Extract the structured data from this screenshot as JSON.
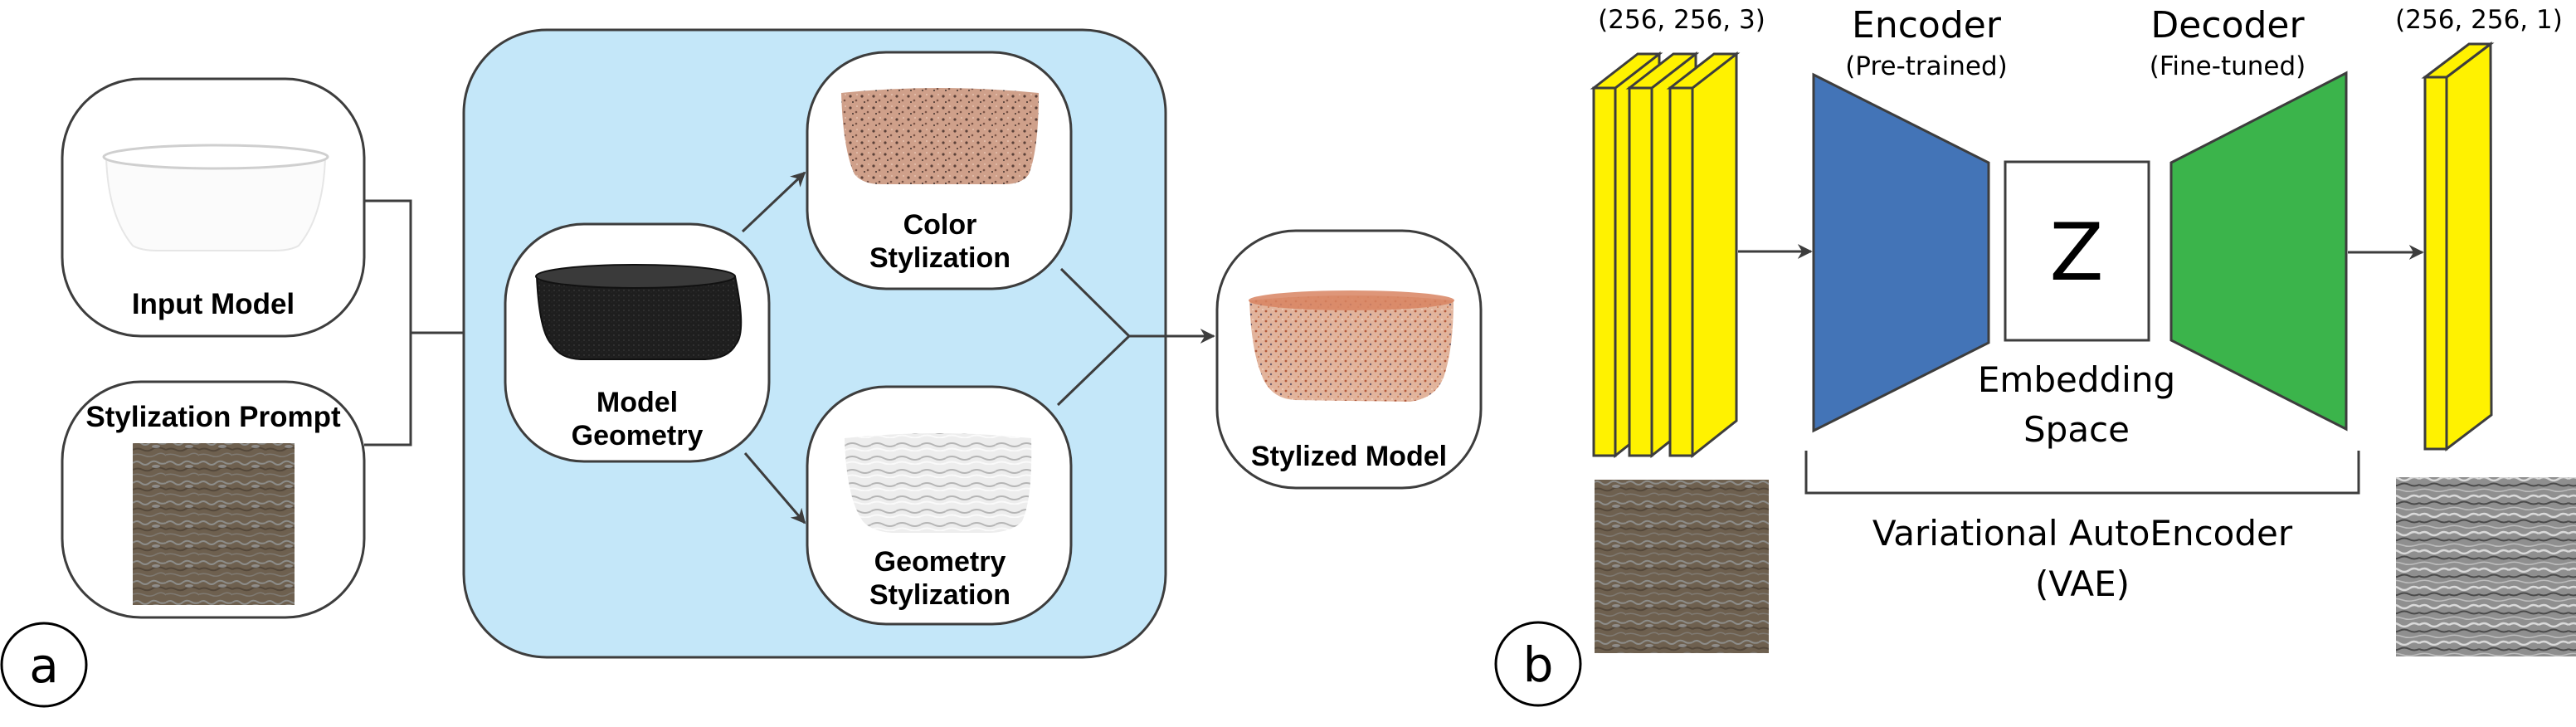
{
  "colors": {
    "panel_bg": "#c4e7f9",
    "encoder": "#4374b7",
    "decoder": "#3bb44b",
    "slab": "#fff200",
    "line": "#3d3d3d"
  },
  "part_a": {
    "panel_label": "a",
    "input_model": {
      "label": "Input Model",
      "icon": "white-bathtub-image"
    },
    "stylization_prompt": {
      "label": "Stylization Prompt",
      "icon": "rock-texture-image"
    },
    "model_geometry": {
      "label_line1": "Model",
      "label_line2": "Geometry",
      "icon": "black-bathtub-image"
    },
    "color_stylization": {
      "label_line1": "Color",
      "label_line2": "Stylization",
      "icon": "granite-tub-image"
    },
    "geometry_stylization": {
      "label_line1": "Geometry",
      "label_line2": "Stylization",
      "icon": "white-basket-image"
    },
    "stylized_model": {
      "label": "Stylized Model",
      "icon": "stylized-basket-image"
    }
  },
  "part_b": {
    "panel_label": "b",
    "input_shape": "(256, 256, 3)",
    "output_shape": "(256, 256, 1)",
    "encoder": {
      "title": "Encoder",
      "subtitle": "(Pre-trained)"
    },
    "decoder": {
      "title": "Decoder",
      "subtitle": "(Fine-tuned)"
    },
    "latent": {
      "symbol": "Z",
      "label_line1": "Embedding",
      "label_line2": "Space"
    },
    "vae": {
      "label_line1": "Variational AutoEncoder",
      "label_line2": "(VAE)"
    },
    "input_image": "rock-texture-image",
    "output_image": "grayscale-height-map-image"
  }
}
